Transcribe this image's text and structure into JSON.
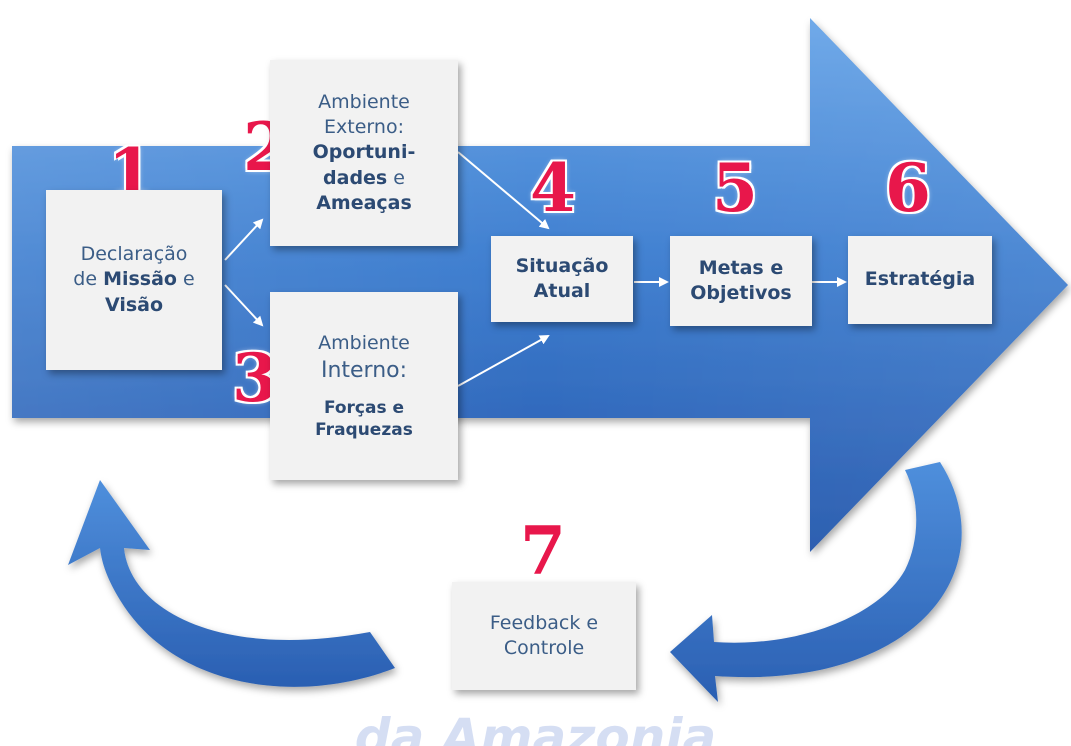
{
  "colors": {
    "arrow_fill_top": "#5b9be0",
    "arrow_fill_bottom": "#2a62b8",
    "number_red": "#e8174b",
    "box_text": "#3b5d87",
    "box_fill": "#f2f2f2",
    "connector": "#ffffff"
  },
  "steps": {
    "step1": {
      "number": "1",
      "line1": "Declaração",
      "line2_prefix": "de ",
      "line2_bold": "Missão",
      "line2_suffix": " e",
      "line3_bold": "Visão"
    },
    "step2": {
      "number": "2",
      "line1": "Ambiente",
      "line2": "Externo:",
      "line3_bold": "Oportuni-",
      "line4_bold": "dades",
      "line4_suffix": " e",
      "line5_bold": "Ameaças"
    },
    "step3": {
      "number": "3",
      "line1": "Ambiente",
      "line2": "Interno:",
      "line3_bold": "Forças e",
      "line4_bold": "Fraquezas"
    },
    "step4": {
      "number": "4",
      "line1_bold": "Situação",
      "line2_bold": "Atual"
    },
    "step5": {
      "number": "5",
      "line1_bold": "Metas e",
      "line2_bold": "Objetivos"
    },
    "step6": {
      "number": "6",
      "line1_bold": "Estratégia"
    },
    "step7": {
      "number": "7",
      "line1": "Feedback e",
      "line2": "Controle"
    }
  },
  "watermark": "da Amazonia",
  "icons": {
    "main_arrow": "big-right-arrow",
    "feedback_left": "curved-arrow-up-left",
    "feedback_right": "curved-arrow-down-left"
  }
}
